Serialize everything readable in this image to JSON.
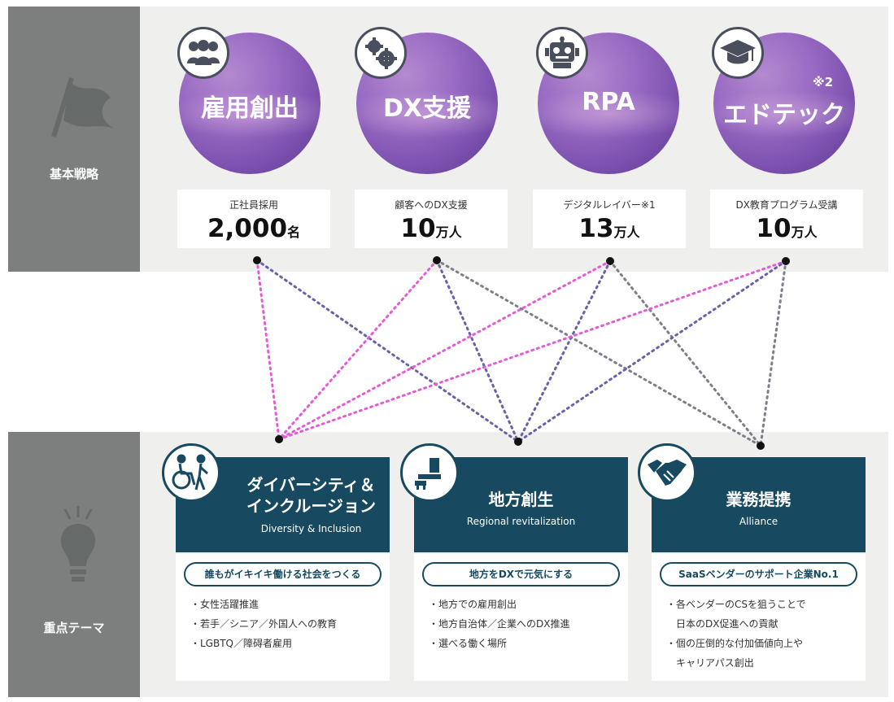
{
  "basic_strategy": {
    "label": "基本戦略",
    "items": [
      {
        "title": "雇用創出",
        "note": "",
        "stat_label": "正社員採用",
        "stat_num": "2,000",
        "stat_unit": "名"
      },
      {
        "title": "DX支援",
        "note": "",
        "stat_label": "顧客へのDX支援",
        "stat_num": "10",
        "stat_unit": "万人"
      },
      {
        "title": "RPA",
        "note": "",
        "stat_label": "デジタルレイバー※1",
        "stat_num": "13",
        "stat_unit": "万人"
      },
      {
        "title": "エドテック",
        "note": "※2",
        "stat_label": "DX教育プログラム受講",
        "stat_num": "10",
        "stat_unit": "万人"
      }
    ]
  },
  "focus_themes": {
    "label": "重点テーマ",
    "items": [
      {
        "title_line1": "ダイバーシティ＆",
        "title_line2": "インクルージョン",
        "subtitle": "Diversity & Inclusion",
        "pill": "誰もがイキイキ働ける社会をつくる",
        "bullets": [
          "・女性活躍推進",
          "・若手／シニア／外国人への教育",
          "・LGBTQ／障碍者雇用"
        ]
      },
      {
        "title_line1": "地方創生",
        "title_line2": "",
        "subtitle": "Regional revitalization",
        "pill": "地方をDXで元気にする",
        "bullets": [
          "・地方での雇用創出",
          "・地方自治体／企業へのDX推進",
          "・選べる働く場所"
        ]
      },
      {
        "title_line1": "業務提携",
        "title_line2": "",
        "subtitle": "Alliance",
        "pill": "SaaSベンダーのサポート企業No.1",
        "bullets": [
          "・各ベンダーのCSを狙うことで",
          "　日本のDX促進への貢献",
          "・個の圧倒的な付加価値向上や",
          "　キャリアパス創出"
        ]
      }
    ]
  },
  "colors": {
    "sidebar": "#7c7f7e",
    "band": "#efefed",
    "theme_head": "#174a60",
    "line_pink": "#e45bd6",
    "line_purple": "#6b5fa8",
    "line_gray": "#7c7f8a"
  },
  "icons": [
    "flag-icon",
    "lightbulb-icon",
    "people-icon",
    "gears-icon",
    "robot-icon",
    "graduation-cap-icon",
    "wheelchair-icon",
    "chair-icon",
    "handshake-icon"
  ]
}
